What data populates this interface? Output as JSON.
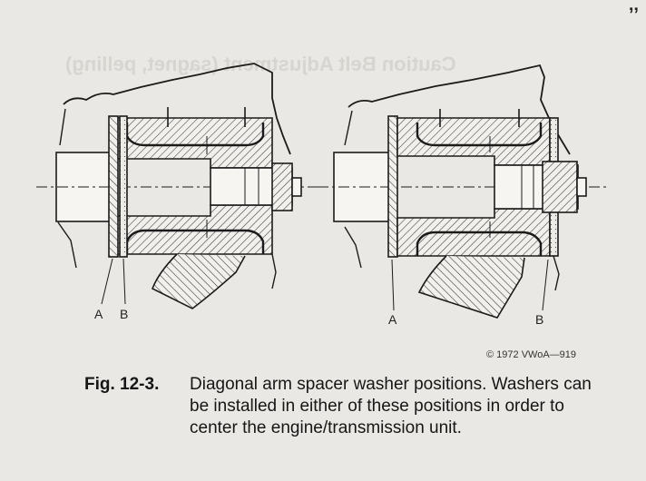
{
  "labels": {
    "left_a": "A",
    "left_b": "B",
    "right_a": "A",
    "right_b": "B"
  },
  "copyright": "© 1972 VWoA—919",
  "caption": {
    "number": "Fig. 12-3.",
    "text": "Diagonal arm spacer washer positions. Washers can be installed in either of these positions in order to center the engine/transmission unit."
  },
  "colors": {
    "paper": "#e9e8e4",
    "ink": "#1b1b1b"
  }
}
